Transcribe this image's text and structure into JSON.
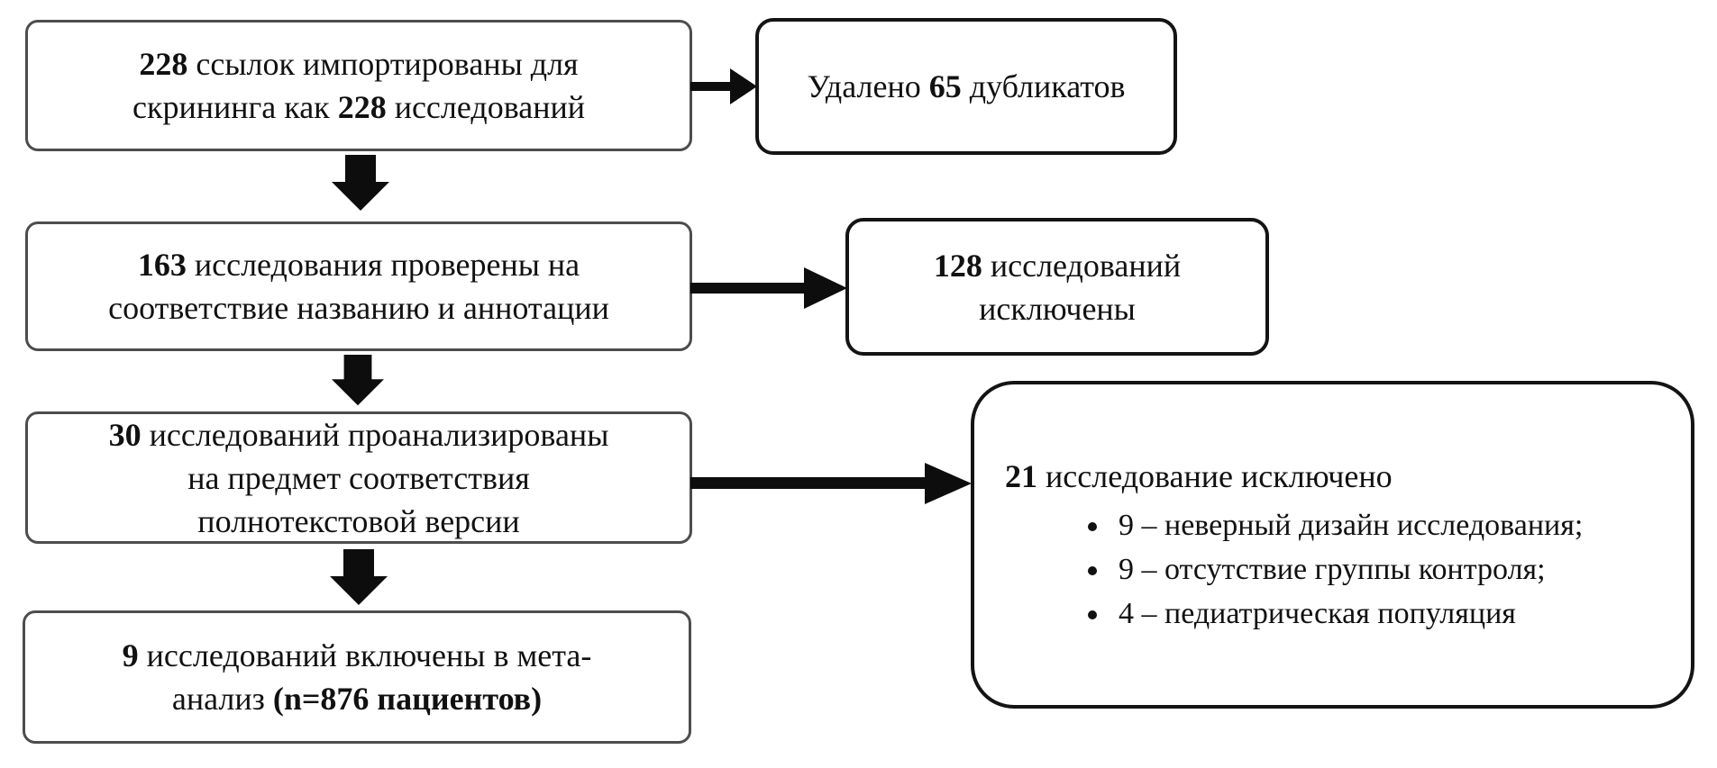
{
  "flowchart": {
    "title": "PRISMA-style study selection flow diagram (Russian)",
    "boxes": {
      "imported": {
        "lines": [
          [
            {
              "t": "228",
              "b": true
            },
            {
              "t": " ссылок импортированы для"
            }
          ],
          [
            {
              "t": "скрининга как "
            },
            {
              "t": "228",
              "b": true
            },
            {
              "t": " исследований"
            }
          ]
        ]
      },
      "duplicates_removed": {
        "lines": [
          [
            {
              "t": "Удалено "
            },
            {
              "t": "65",
              "b": true
            },
            {
              "t": " дубликатов"
            }
          ]
        ]
      },
      "screened_title_abstract": {
        "lines": [
          [
            {
              "t": "163",
              "b": true
            },
            {
              "t": " исследования проверены на"
            }
          ],
          [
            {
              "t": "соответствие названию и аннотации"
            }
          ]
        ]
      },
      "excluded_title_abstract": {
        "lines": [
          [
            {
              "t": "128",
              "b": true
            },
            {
              "t": " исследований"
            }
          ],
          [
            {
              "t": "исключены"
            }
          ]
        ]
      },
      "fulltext_assessed": {
        "lines": [
          [
            {
              "t": "30",
              "b": true
            },
            {
              "t": " исследований проанализированы"
            }
          ],
          [
            {
              "t": "на предмет соответствия"
            }
          ],
          [
            {
              "t": "полнотекстовой версии"
            }
          ]
        ]
      },
      "excluded_fulltext": {
        "heading": [
          [
            {
              "t": "21",
              "b": true
            },
            {
              "t": " исследование исключено"
            }
          ]
        ],
        "bullets": [
          "9 – неверный дизайн исследования;",
          "9 – отсутствие группы контроля;",
          "4 – педиатрическая популяция"
        ]
      },
      "included_meta_analysis": {
        "lines": [
          [
            {
              "t": "9",
              "b": true
            },
            {
              "t": " исследований включены в мета-"
            }
          ],
          [
            {
              "t": "анализ "
            },
            {
              "t": "(n=876 пациентов)",
              "b": true
            }
          ]
        ]
      }
    },
    "colors": {
      "background": "#ffffff",
      "text": "#111111",
      "border_gray": "#4d4d4d",
      "border_black": "#141414",
      "arrow": "#0d0d0d"
    }
  }
}
